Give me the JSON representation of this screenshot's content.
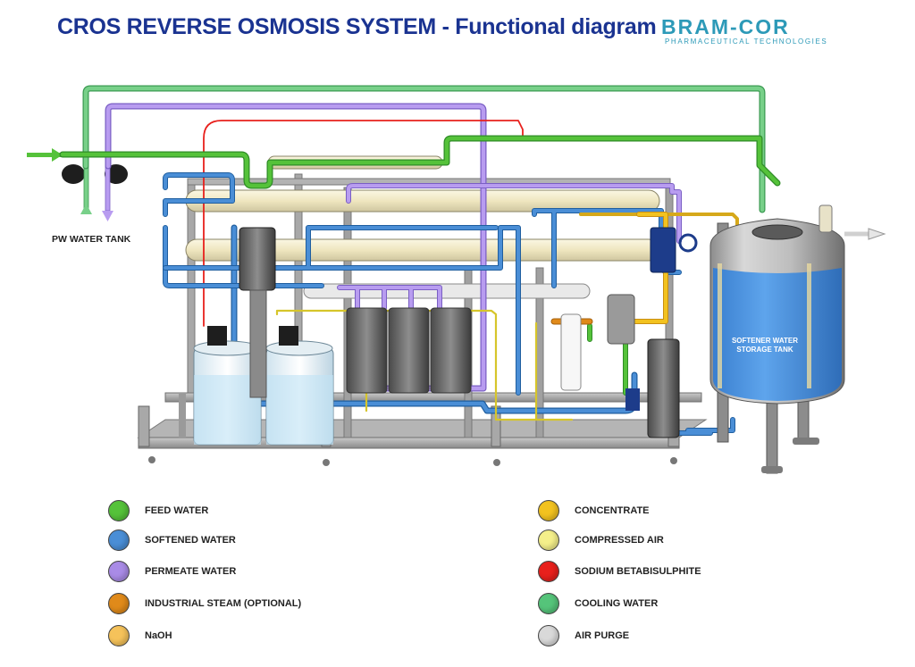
{
  "title": "CROS REVERSE OSMOSIS SYSTEM - Functional diagram",
  "logo": {
    "brand": "BRAM-COR",
    "tagline": "PHARMACEUTICAL TECHNOLOGIES"
  },
  "diagram": {
    "pw_tank_label": "PW WATER TANK",
    "storage_tank_label_line1": "SOFTENER WATER",
    "storage_tank_label_line2": "STORAGE TANK"
  },
  "legend": [
    {
      "label": "FEED WATER",
      "color": "#55c23a"
    },
    {
      "label": "SOFTENED WATER",
      "color": "#4a8ed6"
    },
    {
      "label": "PERMEATE WATER",
      "color": "#a98be6"
    },
    {
      "label": "INDUSTRIAL STEAM (OPTIONAL)",
      "color": "#e08a1a"
    },
    {
      "label": "NaOH",
      "color": "#f5c25a"
    },
    {
      "label": "CONCENTRATE",
      "color": "#f2c21f"
    },
    {
      "label": "COMPRESSED AIR",
      "color": "#f4ef8a"
    },
    {
      "label": "SODIUM BETABISULPHITE",
      "color": "#e8201c"
    },
    {
      "label": "COOLING WATER",
      "color": "#55c47a"
    },
    {
      "label": "AIR PURGE",
      "color": "#d9d9d9"
    }
  ]
}
